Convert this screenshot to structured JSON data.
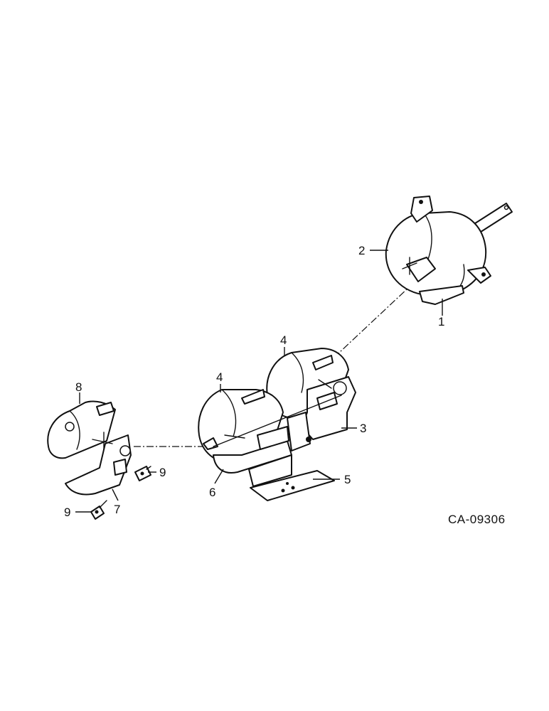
{
  "drawing_code": "CA-09306",
  "callouts": [
    {
      "id": "c1",
      "text": "1"
    },
    {
      "id": "c2",
      "text": "2"
    },
    {
      "id": "c3",
      "text": "3"
    },
    {
      "id": "c4a",
      "text": "4"
    },
    {
      "id": "c4b",
      "text": "4"
    },
    {
      "id": "c5",
      "text": "5"
    },
    {
      "id": "c6",
      "text": "6"
    },
    {
      "id": "c7",
      "text": "7"
    },
    {
      "id": "c8",
      "text": "8"
    },
    {
      "id": "c9a",
      "text": "9"
    },
    {
      "id": "c9b",
      "text": "9"
    }
  ]
}
